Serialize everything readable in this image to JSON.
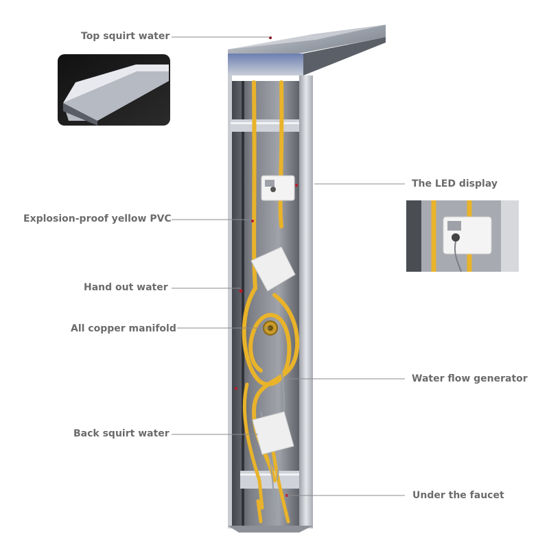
{
  "callouts": {
    "top_squirt_water": "Top squirt water",
    "led_display": "The LED display",
    "explosion_proof_pvc": "Explosion-proof yellow PVC",
    "hand_out_water": "Hand out water",
    "copper_manifold": "All copper manifold",
    "water_flow_generator": "Water flow generator",
    "back_squirt_water": "Back squirt water",
    "under_faucet": "Under the faucet"
  },
  "colors": {
    "label_text": "#6b6b6b",
    "leader_line": "#8a8a8a",
    "hose_yellow": "#e9b32a",
    "steel": "#b9bcc3",
    "steel_dark": "#55585e"
  }
}
